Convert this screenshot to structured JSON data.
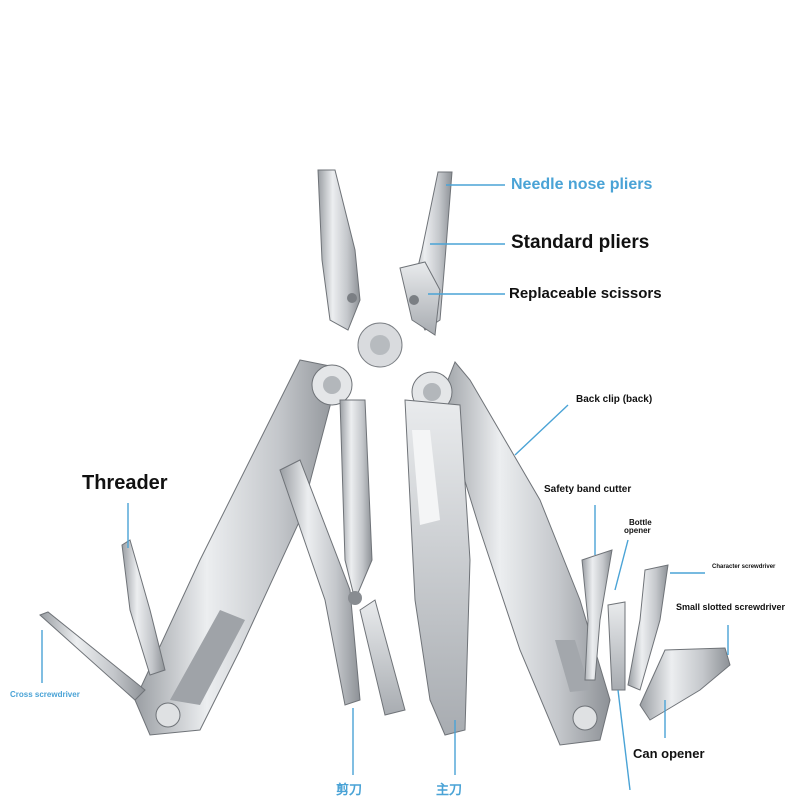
{
  "labels": {
    "needle_nose": "Needle nose pliers",
    "standard": "Standard pliers",
    "scissors": "Replaceable scissors",
    "back_clip": "Back clip (back)",
    "threader": "Threader",
    "safety_band": "Safety band cutter",
    "bottle_opener_1": "Bottle",
    "bottle_opener_2": "opener",
    "character_screwdriver": "Character screwdriver",
    "small_slotted": "Small slotted screwdriver",
    "cross_screwdriver": "Cross screwdriver",
    "can_opener": "Can opener",
    "bottom_scissors_cn": "剪刀",
    "bottom_knife_cn": "主刀"
  },
  "colors": {
    "accent": "#4aa3d6",
    "steel_light": "#e6e7e9",
    "steel_mid": "#b9bcc0",
    "steel_dark": "#7f8388",
    "text": "#111111"
  }
}
